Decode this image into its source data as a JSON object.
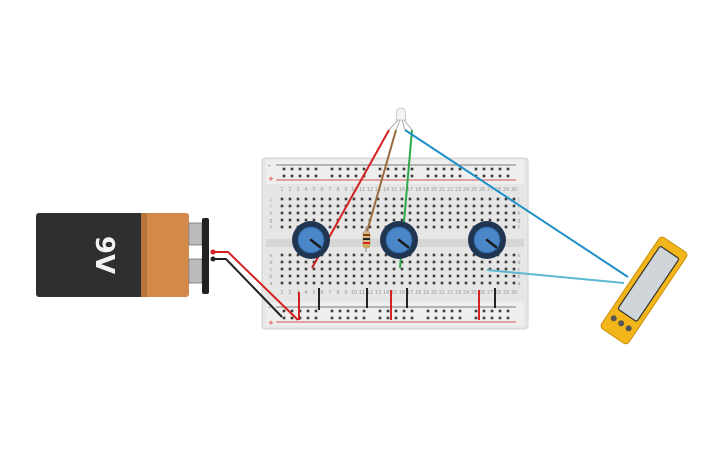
{
  "battery": {
    "label": "9V",
    "body_color": "#2f2f2f",
    "cap_color": "#d2894a"
  },
  "breadboard": {
    "columns": 30,
    "row_letters_top": [
      "j",
      "i",
      "h",
      "g",
      "f"
    ],
    "row_letters_bottom": [
      "e",
      "d",
      "c",
      "b",
      "a"
    ],
    "rail_plus": "+",
    "rail_minus": "-"
  },
  "potentiometers": [
    {
      "name": "potentiometer-1"
    },
    {
      "name": "potentiometer-2"
    },
    {
      "name": "potentiometer-3"
    }
  ],
  "wire_colors": {
    "red": "#d42020",
    "black": "#222222",
    "green": "#2ea84a",
    "blue": "#1f8fc8",
    "light_blue": "#5bb8d0",
    "brown": "#9a6a3a"
  },
  "multimeter": {
    "color": "#f2b61a",
    "screen_color": "#cfd5d8"
  }
}
